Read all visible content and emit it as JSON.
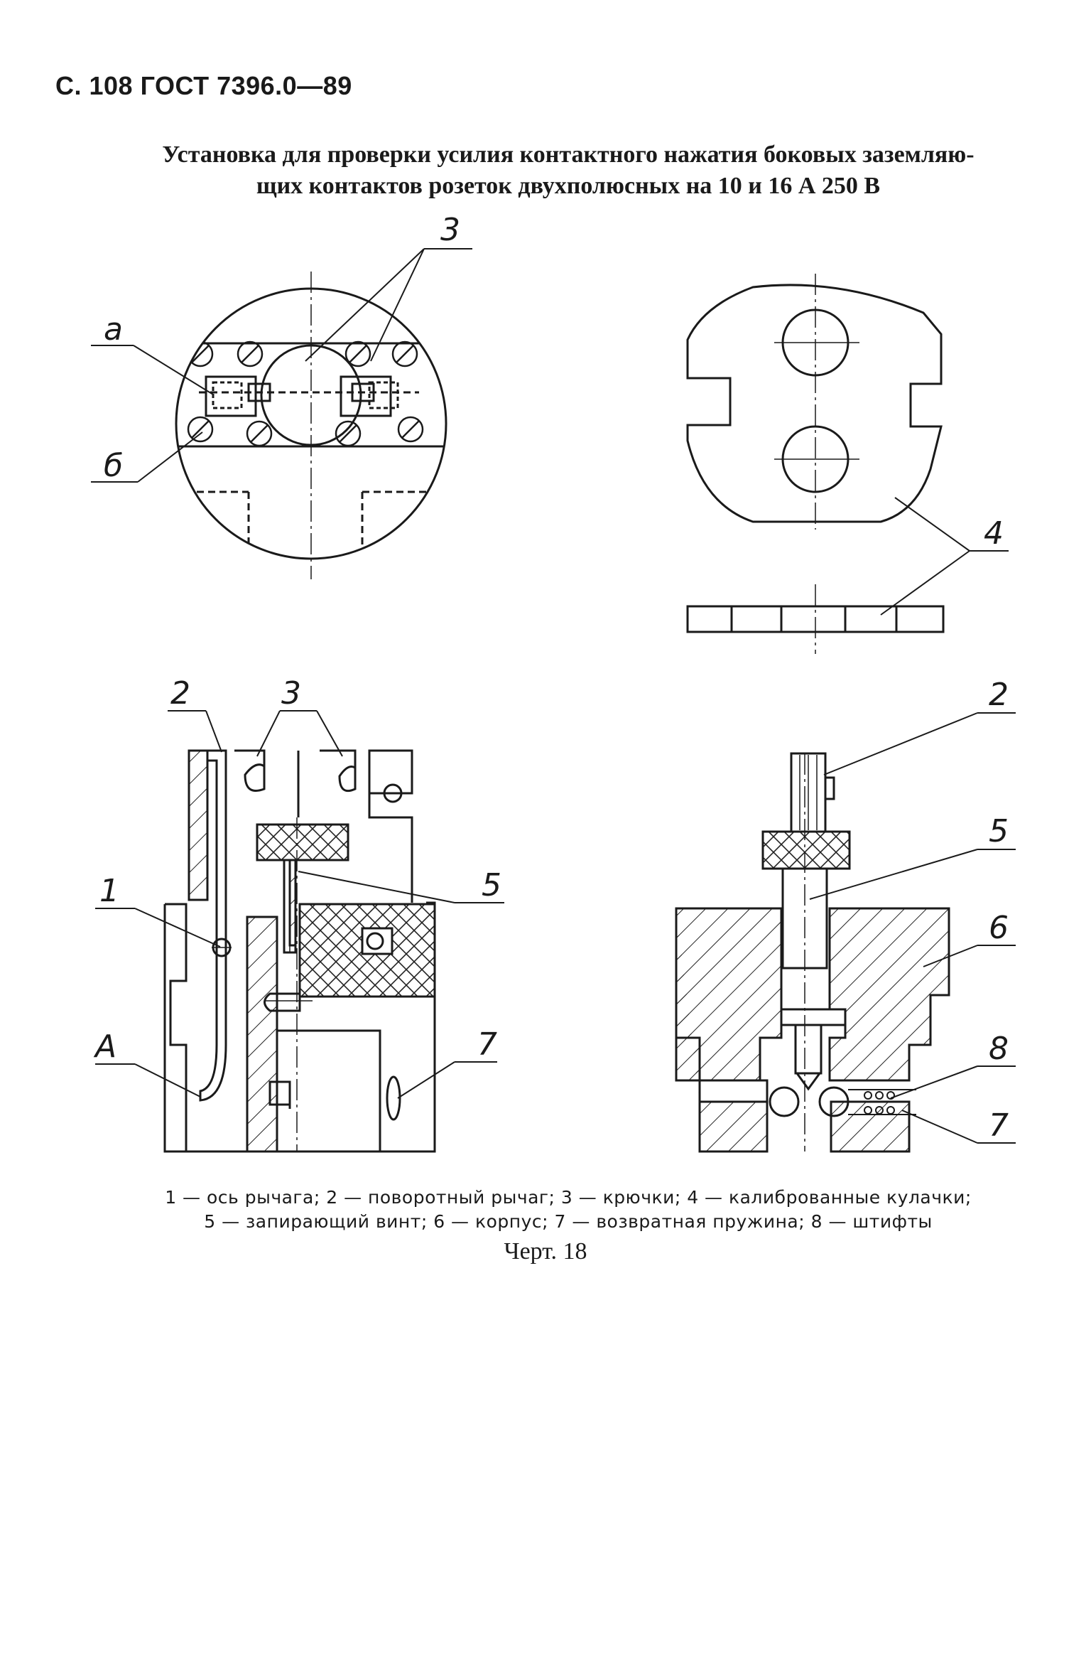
{
  "page_header": "С. 108 ГОСТ 7396.0—89",
  "title": {
    "line1": "Установка для проверки усилия контактного нажатия боковых заземляю-",
    "line2": "щих контактов розеток двухполюсных на 10 и 16 А 250 В"
  },
  "callouts": {
    "a": "а",
    "b": "б",
    "n1": "1",
    "n2": "2",
    "n3": "3",
    "n4": "4",
    "n5": "5",
    "n6": "6",
    "n7": "7",
    "n8": "8",
    "A": "А"
  },
  "legend": {
    "line1": "1 — ось рычага; 2 — поворотный рычаг; 3 — крючки; 4 — калиброванные кулачки;",
    "line2": "5 — запирающий винт; 6 — корпус; 7 — возвратная пружина; 8 — штифты"
  },
  "caption": "Черт. 18"
}
